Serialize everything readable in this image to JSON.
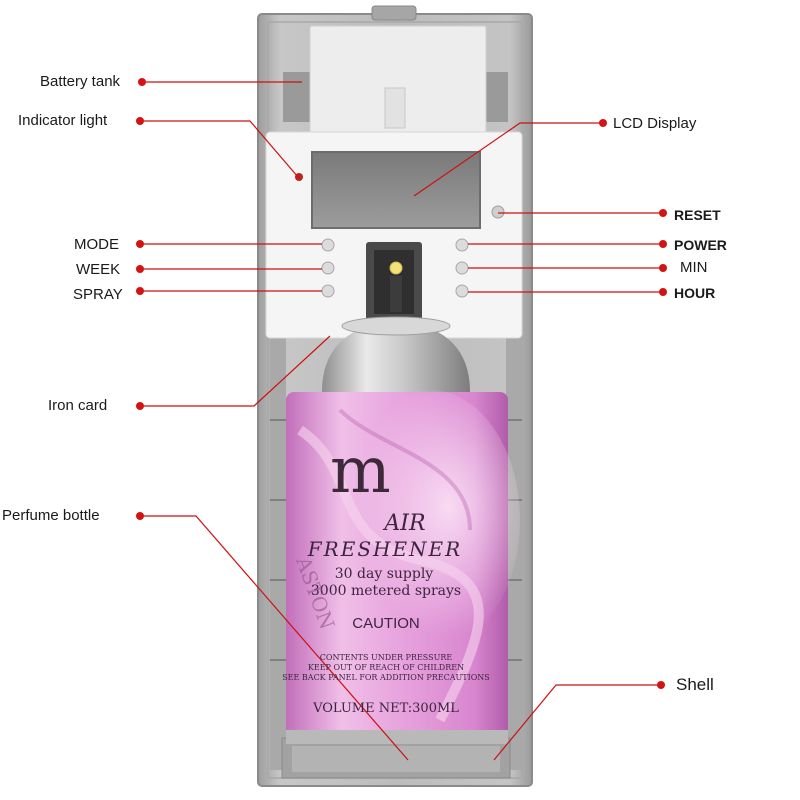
{
  "colors": {
    "shell": "#b9b9b9",
    "shell_dark": "#8f8f8f",
    "panel": "#f4f4f4",
    "lcd": "#8c8c8c",
    "can_silver": "#cfcfcf",
    "can_pink": "#e7a2dd",
    "can_pink_deep": "#c66bc0",
    "leader": "#cc1111",
    "dot": "#d41414"
  },
  "labels": {
    "battery_tank": "Battery tank",
    "indicator_light": "Indicator light",
    "lcd_display": "LCD Display",
    "reset": "RESET",
    "mode": "MODE",
    "power": "POWER",
    "week": "WEEK",
    "min": "MIN",
    "spray": "SPRAY",
    "hour": "HOUR",
    "iron_card": "Iron card",
    "perfume_bottle": "Perfume bottle",
    "shell": "Shell"
  },
  "can_print": {
    "logo": "m",
    "line1": "AIR",
    "line2": "FRESHENER",
    "supply1": "30 day supply",
    "supply2": "3000 metered sprays",
    "caution": "CAUTION",
    "warn1": "CONTENTS UNDER PRESSURE",
    "warn2": "KEEP OUT OF REACH OF CHILDREN",
    "warn3": "SEE BACK PANEL FOR ADDITION PRECAUTIONS",
    "volume": "VOLUME NET:300ML",
    "side_text": "ASTON"
  }
}
